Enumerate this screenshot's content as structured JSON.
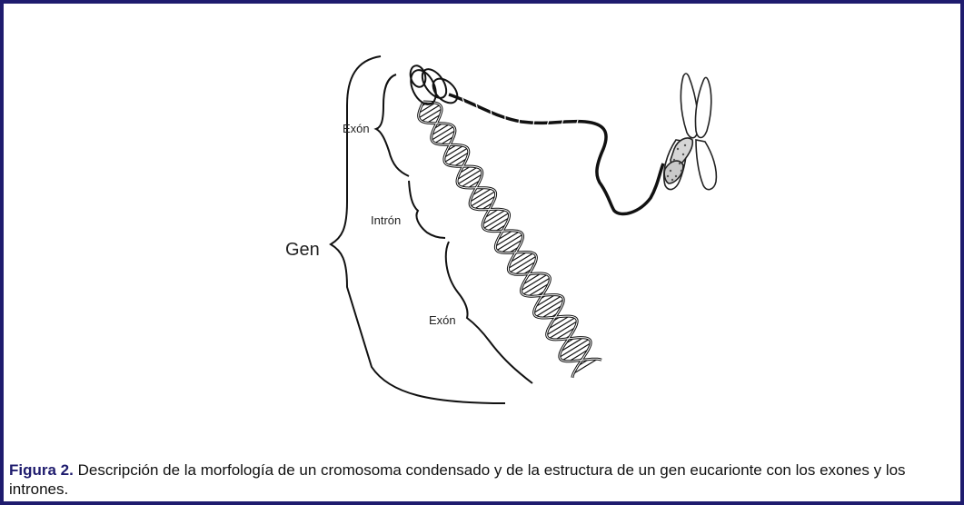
{
  "figure": {
    "labels": {
      "gene": "Gen",
      "exon_top": "Exón",
      "intron": "Intrón",
      "exon_bottom": "Exón"
    },
    "caption": {
      "label": "Figura 2.",
      "text": " Descripción de la morfología de un cromosoma condensado y de la estructura de un gen eucarionte con los exones y los intrones."
    },
    "colors": {
      "frame_border": "#1f1c6e",
      "caption_label": "#1f1c6e",
      "strokes": "#111111"
    }
  }
}
